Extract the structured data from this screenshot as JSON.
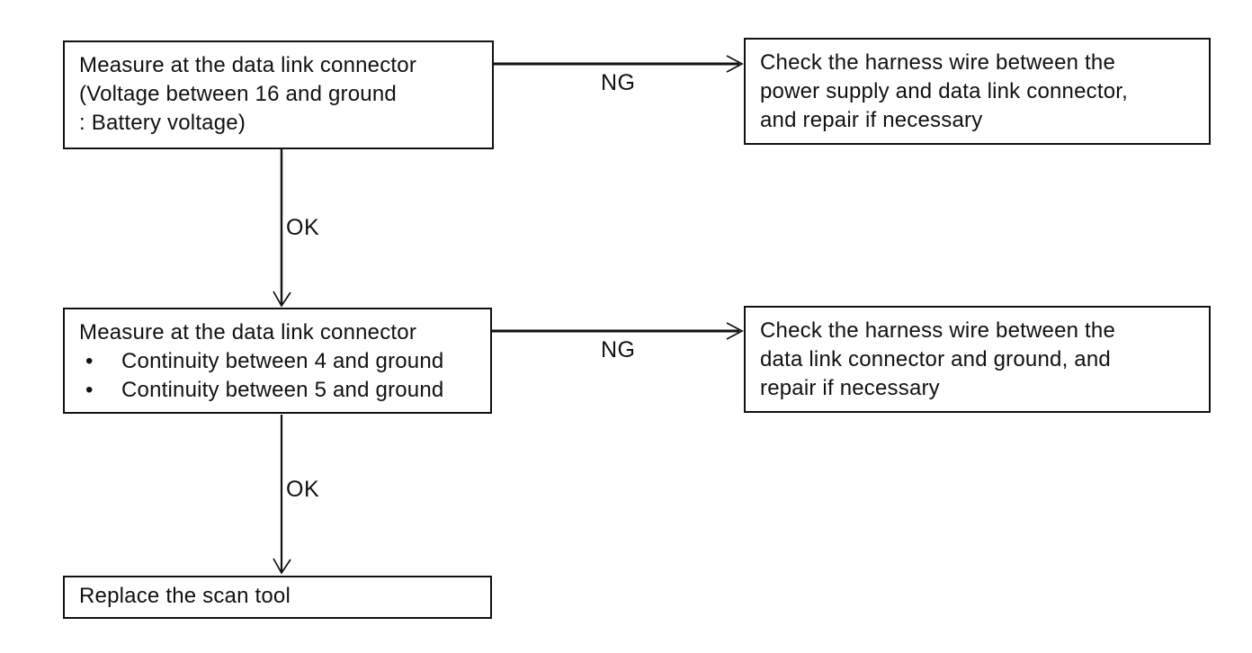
{
  "flowchart": {
    "steps": {
      "measure_voltage": {
        "line1": "Measure at the data link connector",
        "line2": "(Voltage between 16 and ground",
        "line3": ": Battery voltage)"
      },
      "check_power_harness": {
        "line1": "Check the harness wire between the",
        "line2": "power supply and data link connector,",
        "line3": "and repair if necessary"
      },
      "measure_continuity": {
        "title": "Measure at the data link connector",
        "bullet_glyph": "•",
        "item1": "Continuity between 4 and ground",
        "item2": "Continuity between 5 and ground"
      },
      "check_ground_harness": {
        "line1": "Check the harness wire between the",
        "line2": "data link connector and ground, and",
        "line3": "repair if necessary"
      },
      "replace_scan_tool": {
        "line1": "Replace the scan tool"
      }
    },
    "edge_labels": {
      "ng_top": "NG",
      "ok_top": "OK",
      "ng_middle": "NG",
      "ok_bottom": "OK"
    },
    "colors": {
      "ink": "#111111",
      "paper": "#ffffff"
    }
  }
}
